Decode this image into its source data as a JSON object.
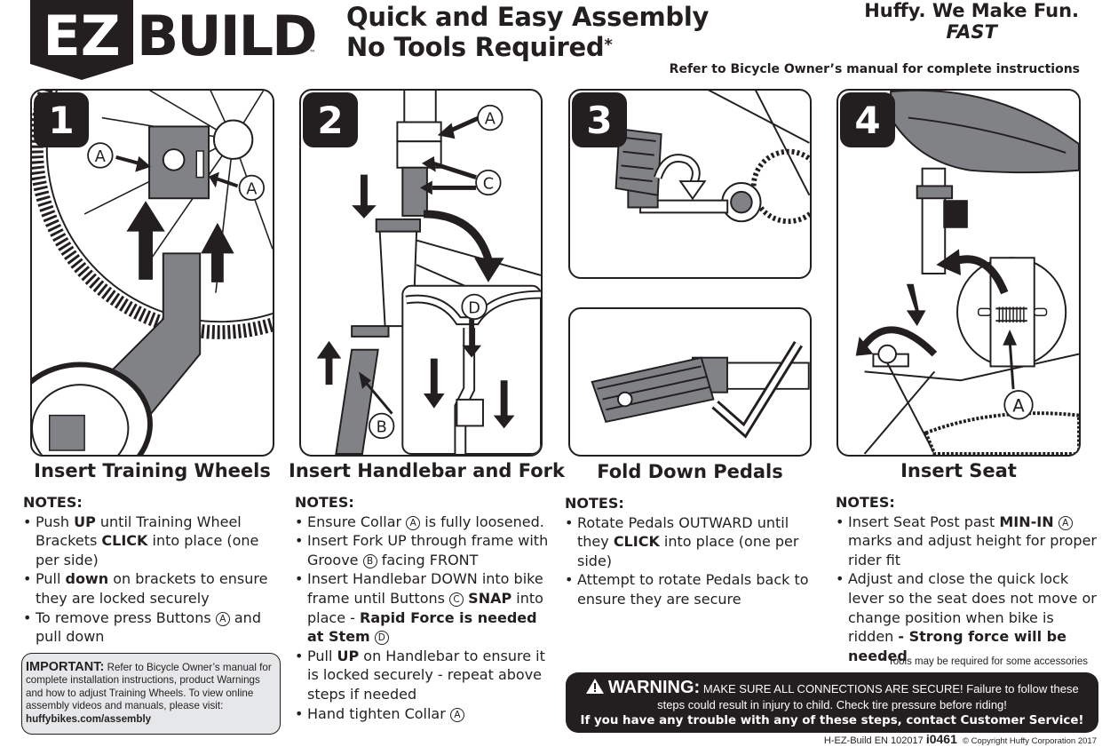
{
  "header": {
    "logo_ez": "EZ",
    "logo_build": "BUILD",
    "logo_tm": "™",
    "headline_line1": "Quick and Easy Assembly",
    "headline_line2": "No Tools Required",
    "headline_asterisk": "*",
    "brand_tagline": "Huffy. We Make Fun.",
    "brand_fast": "FAST",
    "refer_text": "Refer to Bicycle Owner’s manual for complete instructions"
  },
  "steps": [
    {
      "number": "1",
      "title": "Insert Training Wheels",
      "callouts": [
        "A",
        "A"
      ],
      "notes_heading": "NOTES:",
      "notes": [
        [
          "Push ",
          "UP",
          " until Training Wheel Brackets ",
          "CLICK",
          " into place (one per side)"
        ],
        [
          "Pull ",
          "down",
          " on brackets to ensure they are locked securely"
        ],
        [
          "To remove press Buttons ",
          "A",
          " and pull down"
        ]
      ]
    },
    {
      "number": "2",
      "title": "Insert Handlebar and Fork",
      "callouts": [
        "A",
        "C",
        "D",
        "B"
      ],
      "notes_heading": "NOTES:",
      "notes": [
        [
          "Ensure Collar ",
          "A",
          " is fully loosened."
        ],
        [
          "Insert Fork UP through frame with Groove ",
          "B",
          " facing FRONT"
        ],
        [
          "Insert Handlebar DOWN into bike frame until Buttons ",
          "C",
          " ",
          "SNAP",
          " into place - ",
          "Rapid Force is needed at Stem",
          " ",
          "D"
        ],
        [
          "Pull ",
          "UP",
          " on Handlebar to ensure it is locked securely - repeat above steps if needed"
        ],
        [
          "Hand tighten Collar ",
          "A"
        ]
      ]
    },
    {
      "number": "3",
      "title": "Fold Down Pedals",
      "notes_heading": "NOTES:",
      "notes": [
        [
          "Rotate Pedals OUTWARD until they ",
          "CLICK",
          " into place (one per side)"
        ],
        [
          "Attempt to rotate Pedals back to ensure they are secure"
        ]
      ]
    },
    {
      "number": "4",
      "title": "Insert Seat",
      "callouts": [
        "A"
      ],
      "notes_heading": "NOTES:",
      "notes": [
        [
          "Insert Seat Post past ",
          "MIN-IN",
          " ",
          "A",
          " marks and adjust height for proper rider fit"
        ],
        [
          "Adjust and close the quick lock lever so the seat does not move or change position when bike is ridden ",
          "- Strong force will be needed"
        ]
      ]
    }
  ],
  "important": {
    "heading": "IMPORTANT:",
    "body": " Refer to Bicycle Owner’s manual for complete installation instructions, product Warnings and how to adjust Training Wheels. To view online assembly videos and manuals, please visit: ",
    "url": "huffybikes.com/assembly"
  },
  "tools_note": "* Tools may be required for some accessories",
  "warning": {
    "icon": "warning-triangle-icon",
    "heading": "WARNING:",
    "body": " MAKE SURE ALL CONNECTIONS ARE SECURE! Failure to follow these steps could result in injury to child. Check tire pressure before riding!",
    "contact": "If you have any trouble with any of these steps, contact Customer Service!"
  },
  "footer": {
    "doc_id": "H-EZ-Build EN 102017 ",
    "code": "i0461",
    "copyright": "© Copyright Huffy Corporation 2017"
  },
  "colors": {
    "ink": "#231f20",
    "part_gray": "#808285",
    "light_gray": "#e6e7e8"
  }
}
